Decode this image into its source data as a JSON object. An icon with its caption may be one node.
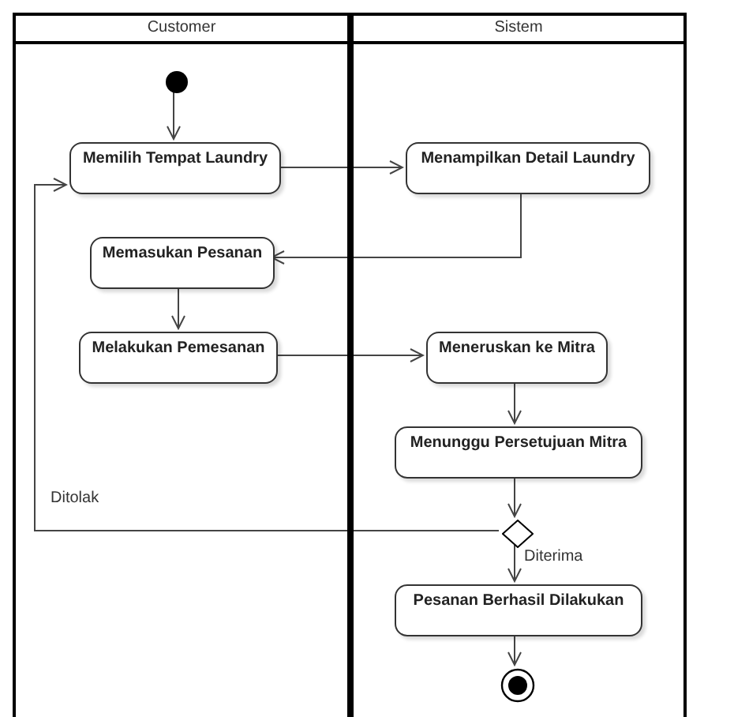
{
  "diagram": {
    "nodes": [
      {
        "text": [
          "Customer"
        ]
      },
      {
        "text": [
          "Sistem"
        ]
      },
      {
        "text": [],
        "shape": "circle",
        "in": 0
      },
      {
        "text": [
          "Memilih Tempat Laundry"
        ],
        "in": 0
      },
      {
        "text": [
          "Menampilkan Detail Laundry"
        ],
        "in": 1
      },
      {
        "text": [
          "Memasukan Pesanan"
        ],
        "in": 0
      },
      {
        "text": [
          "Melakukan Pemesanan"
        ],
        "in": 0
      },
      {
        "text": [
          "Meneruskan ke Mitra"
        ],
        "in": 1
      },
      {
        "text": [
          "Menunggu Persetujuan Mitra"
        ],
        "in": 1
      },
      {
        "text": [],
        "shape": "diamond",
        "in": 1
      },
      {
        "text": [
          "Pesanan Berhasil Dilakukan"
        ],
        "in": 1
      },
      {
        "text": [],
        "shape": "circle",
        "in": 1
      }
    ],
    "edges": [
      {
        "from": 2,
        "to": 3,
        "arrow": "to"
      },
      {
        "from": 3,
        "to": 4,
        "arrow": "to"
      },
      {
        "from": 4,
        "to": 5,
        "arrow": "to"
      },
      {
        "from": 5,
        "to": 6,
        "arrow": "to"
      },
      {
        "from": 6,
        "to": 7,
        "arrow": "to"
      },
      {
        "from": 7,
        "to": 8,
        "arrow": "to"
      },
      {
        "from": 8,
        "to": 9,
        "arrow": "to"
      },
      {
        "from": 9,
        "to": 3,
        "arrow": "to",
        "label": "Ditolak"
      },
      {
        "from": 9,
        "to": 10,
        "arrow": "to",
        "label": "Diterima"
      },
      {
        "from": 10,
        "to": 11,
        "arrow": "to"
      }
    ]
  }
}
